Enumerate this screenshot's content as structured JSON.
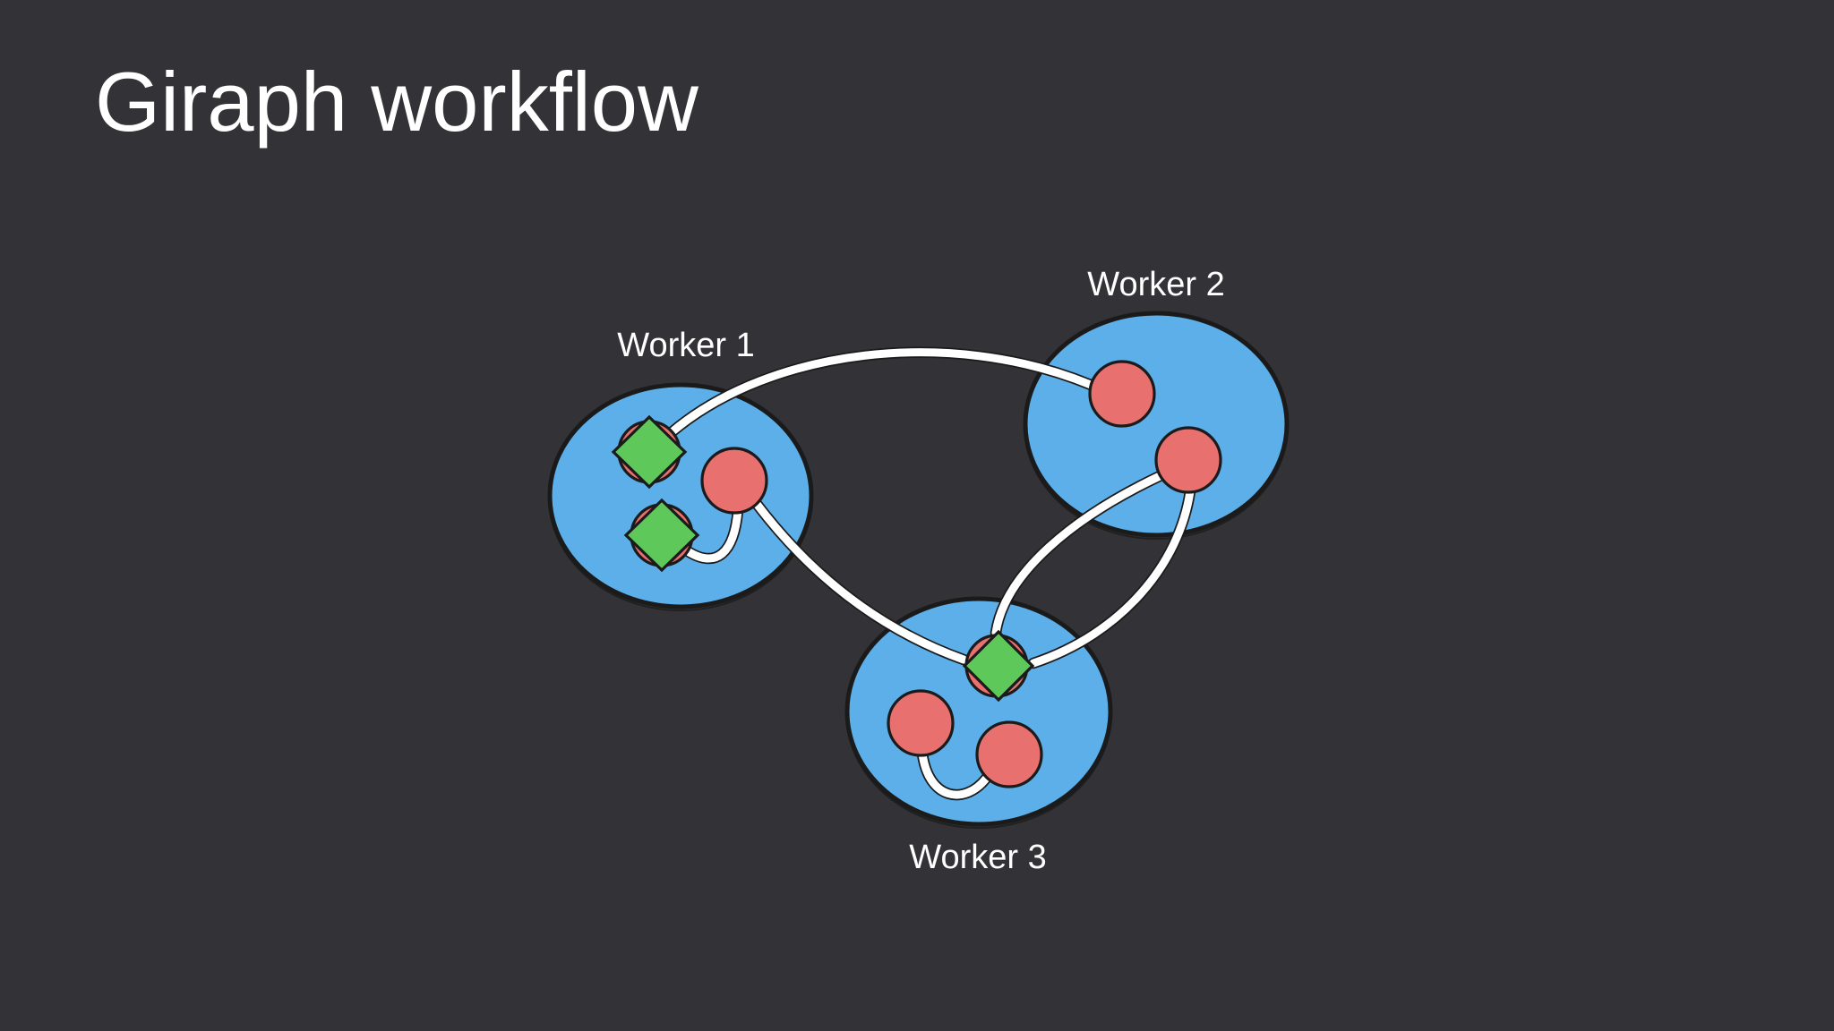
{
  "slide": {
    "title": "Giraph workflow",
    "background_color": "#333236",
    "title_color": "#ffffff"
  },
  "palette": {
    "worker_ellipse_fill": "#5cafe9",
    "shape_outline": "#1b1b1b",
    "vertex_circle_fill": "#e8706f",
    "diamond_fill": "#5ec95a",
    "edge_stroke": "#ffffff",
    "label_color": "#ffffff"
  },
  "diagram": {
    "workers": [
      {
        "label": "Worker 1",
        "label_side": "top",
        "red_circles": 3,
        "green_diamonds": 2
      },
      {
        "label": "Worker 2",
        "label_side": "top",
        "red_circles": 2,
        "green_diamonds": 0
      },
      {
        "label": "Worker 3",
        "label_side": "bottom",
        "red_circles": 3,
        "green_diamonds": 1
      }
    ],
    "edges": [
      {
        "from": "worker-1 top diamond node",
        "to": "worker-2 left circle"
      },
      {
        "from": "worker-1 right circle",
        "to": "worker-1 bottom diamond node"
      },
      {
        "from": "worker-1 right circle",
        "to": "worker-3 diamond node"
      },
      {
        "from": "worker-2 bottom circle",
        "to": "worker-3 diamond node",
        "curve": "left arc"
      },
      {
        "from": "worker-2 bottom circle",
        "to": "worker-3 diamond node",
        "curve": "right arc"
      },
      {
        "from": "worker-3 left circle",
        "to": "worker-3 right circle"
      }
    ]
  }
}
